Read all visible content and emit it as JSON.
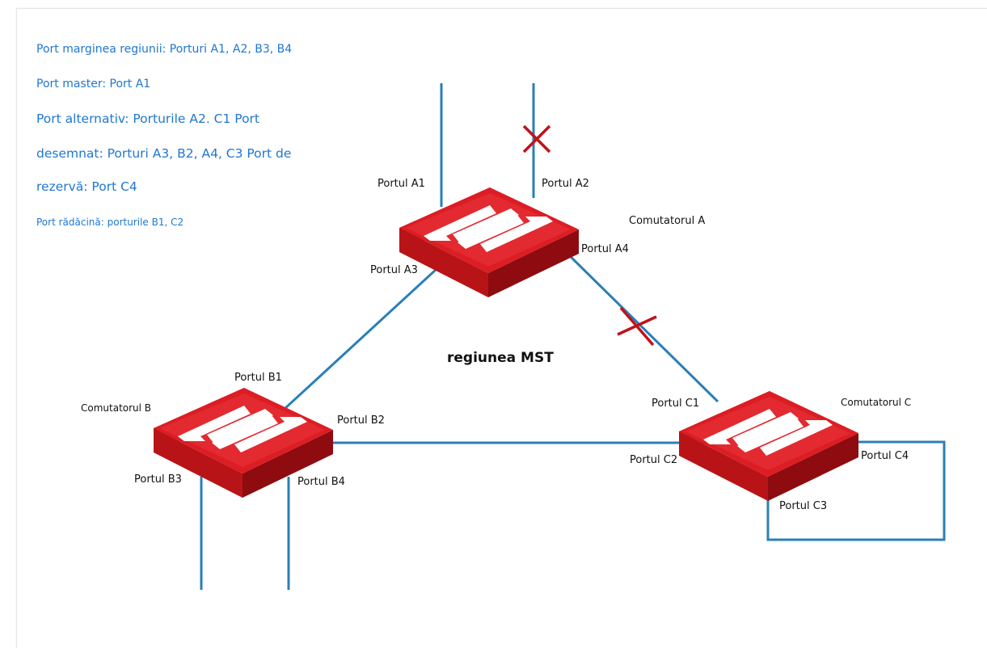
{
  "legend": {
    "edge_ports": "Port marginea regiunii: Porturi A1, A2, B3, B4",
    "master_port": "Port master: Port A1",
    "alternate_line": "Port alternativ: Porturile A2. C1 Port",
    "designated_line": "desemnat: Porturi A3, B2, A4, C3 Port de",
    "backup_line": "rezervă: Port C4",
    "root_ports": "Port rădăcină: porturile B1, C2"
  },
  "region_label": "regiunea MST",
  "switches": {
    "a": "Comutatorul A",
    "b": "Comutatorul B",
    "c": "Comutatorul C"
  },
  "ports": {
    "a1": "Portul A1",
    "a2": "Portul A2",
    "a3": "Portul A3",
    "a4": "Portul A4",
    "b1": "Portul B1",
    "b2": "Portul B2",
    "b3": "Portul B3",
    "b4": "Portul B4",
    "c1": "Portul C1",
    "c2": "Portul C2",
    "c3": "Portul C3",
    "c4": "Portul C4"
  },
  "colors": {
    "link": "#2b7fb6",
    "switch": "#d7191f",
    "blocked_mark": "#c0121a",
    "legend_text": "#1f77d0"
  }
}
